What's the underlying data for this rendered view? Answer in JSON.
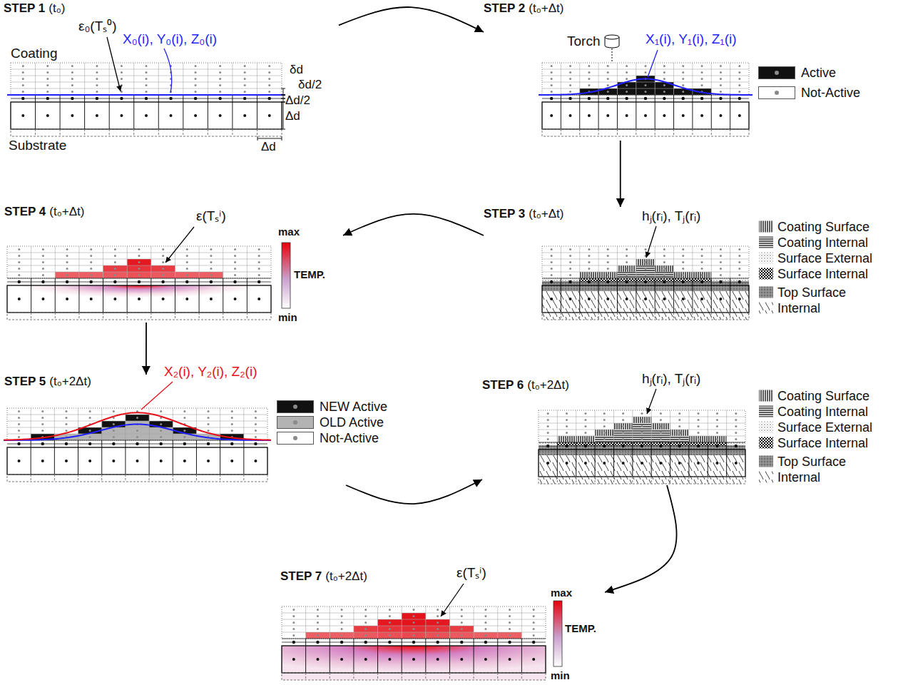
{
  "diagram": {
    "nodes": [
      {
        "text": [
          "STEP 1",
          "(t₀)"
        ]
      },
      {
        "text": [
          "STEP 2",
          "(t₀+Δt)"
        ]
      },
      {
        "text": [
          "STEP 3",
          "(t₀+Δt)"
        ]
      },
      {
        "text": [
          "STEP 4",
          "(t₀+Δt)"
        ]
      },
      {
        "text": [
          "STEP 5",
          "(t₀+2Δt)"
        ]
      },
      {
        "text": [
          "STEP 6",
          "(t₀+2Δt)"
        ]
      },
      {
        "text": [
          "STEP 7",
          "(t₀+2Δt)"
        ]
      }
    ],
    "edges": [
      {
        "from": 0,
        "to": 1,
        "arrow": "to"
      },
      {
        "from": 1,
        "to": 2,
        "arrow": "to"
      },
      {
        "from": 2,
        "to": 3,
        "arrow": "to"
      },
      {
        "from": 3,
        "to": 4,
        "arrow": "to"
      },
      {
        "from": 4,
        "to": 5,
        "arrow": "to"
      },
      {
        "from": 5,
        "to": 6,
        "arrow": "to"
      }
    ],
    "labels": [
      "ε₀(Tₛ⁰)",
      "X₀(i), Y₀(i), Z₀(i)",
      "Coating",
      "δd",
      "δd/2",
      "Δd/2",
      "Δd",
      "Substrate",
      "Δd",
      "Torch",
      "X₁(i), Y₁(i), Z₁(i)",
      "hⱼ(rᵢ), Tⱼ(rᵢ)",
      "max",
      "TEMP.",
      "min",
      "ε(Tₛⁱ)",
      "X₂(i), Y₂(i), Z₂(i)",
      "hⱼ(rᵢ), Tⱼ(rᵢ)",
      "ε(Tₛⁱ)",
      "max",
      "TEMP.",
      "min"
    ],
    "legend": [
      {
        "text": "Active",
        "color": "#111111"
      },
      {
        "text": "Not-Active",
        "color": "#ffffff"
      },
      {
        "text": "Coating Surface"
      },
      {
        "text": "Coating Internal"
      },
      {
        "text": "Surface External"
      },
      {
        "text": "Surface Internal"
      },
      {
        "text": "Top Surface"
      },
      {
        "text": "Internal"
      },
      {
        "text": "NEW Active",
        "color": "#111111"
      },
      {
        "text": "OLD Active",
        "color": "#b3b3b3"
      },
      {
        "text": "Not-Active",
        "color": "#ffffff"
      },
      {
        "text": "Coating Surface"
      },
      {
        "text": "Coating Internal"
      },
      {
        "text": "Surface External"
      },
      {
        "text": "Surface Internal"
      },
      {
        "text": "Top Surface"
      },
      {
        "text": "Internal"
      }
    ]
  }
}
